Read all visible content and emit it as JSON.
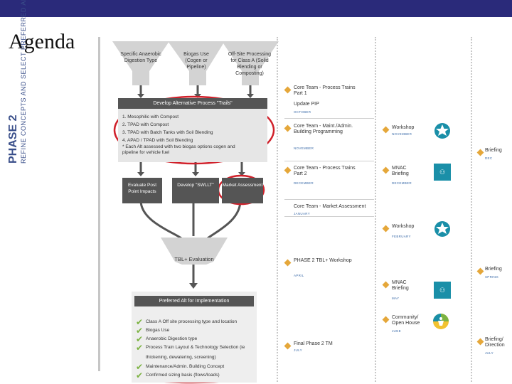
{
  "slide": {
    "title": "Agenda"
  },
  "phase": {
    "label": "PHASE 2",
    "sublabel": "REFINE CONCEPTS AND SELECT PREFERRED ALTERNATIVE"
  },
  "funnels": [
    {
      "label": "Specific Anaerobic Digestion Type"
    },
    {
      "label": "Biogas Use (Cogen or Pipeline)"
    },
    {
      "label": "Off-Site Processing for Class A (Solid Blending or Composting)"
    }
  ],
  "develop_panel": {
    "title": "Develop Alternative Process \"Trails\"",
    "items": [
      "1. Mesophilic with Compost",
      "2. TPAD with Compost",
      "3. TPAD with Batch Tanks with Soil Blending",
      "4. APAD / TPAD with Soil Blending",
      "* Each Alt assessed with two biogas options cogen and",
      "pipeline for vehicle fuel"
    ]
  },
  "step_boxes": [
    {
      "label": "Evaluate Post Point Impacts"
    },
    {
      "label": "Develop \"SWLLT\""
    },
    {
      "label": "Market Assessment"
    }
  ],
  "evaluation": {
    "label": "TBL+ Evaluation"
  },
  "preferred": {
    "title": "Preferred Alt for Implementation",
    "items": [
      "Class A Off site processing type and location",
      "Biogas Use",
      "Anaerobic Digestion type",
      "Process Train Layout & Technology Selection (ie",
      "thickening, dewatering, screening)",
      "Maintenance/Admin. Building Concept",
      "Confirmed sizing basis (flows/loads)"
    ]
  },
  "timeline_left": [
    {
      "label": "Core Team - Process Trains Part 1",
      "date": "OCTOBER",
      "extra": "Update PIP"
    },
    {
      "label": "Core Team - Maint./Admin. Building Programming",
      "date": "NOVEMBER"
    },
    {
      "label": "Core Team - Process Trains Part 2",
      "date": "DECEMBER"
    },
    {
      "label": "Core Team - Market Assessment",
      "date": "JANUARY"
    },
    {
      "label": "PHASE 2 TBL+ Workshop",
      "date": "APRIL"
    },
    {
      "label": "Final Phase 2 TM",
      "date": "JULY"
    }
  ],
  "timeline_mid": [
    {
      "label": "Workshop",
      "date": "NOVEMBER",
      "icon": "workshop-star-icon"
    },
    {
      "label": "MNAC Briefing",
      "date": "DECEMBER",
      "icon": "mnac-group-icon"
    },
    {
      "label": "Workshop",
      "date": "FEBRUARY",
      "icon": "workshop-star-icon"
    },
    {
      "label": "MNAC Briefing",
      "date": "MAY",
      "icon": "mnac-group-icon"
    },
    {
      "label": "Community/ Open House",
      "date": "JUNE",
      "icon": "community-icon"
    }
  ],
  "timeline_right": [
    {
      "label": "Briefing",
      "date": "DEC"
    },
    {
      "label": "Briefing",
      "date": "SPRING"
    },
    {
      "label": "Briefing/ Direction",
      "date": "JULY"
    }
  ],
  "colors": {
    "topbar": "#2a2a7a",
    "accent_red": "#d0202a",
    "diamond": "#e5a73a",
    "teal": "#1a8fa8",
    "check_green": "#7cb342"
  }
}
